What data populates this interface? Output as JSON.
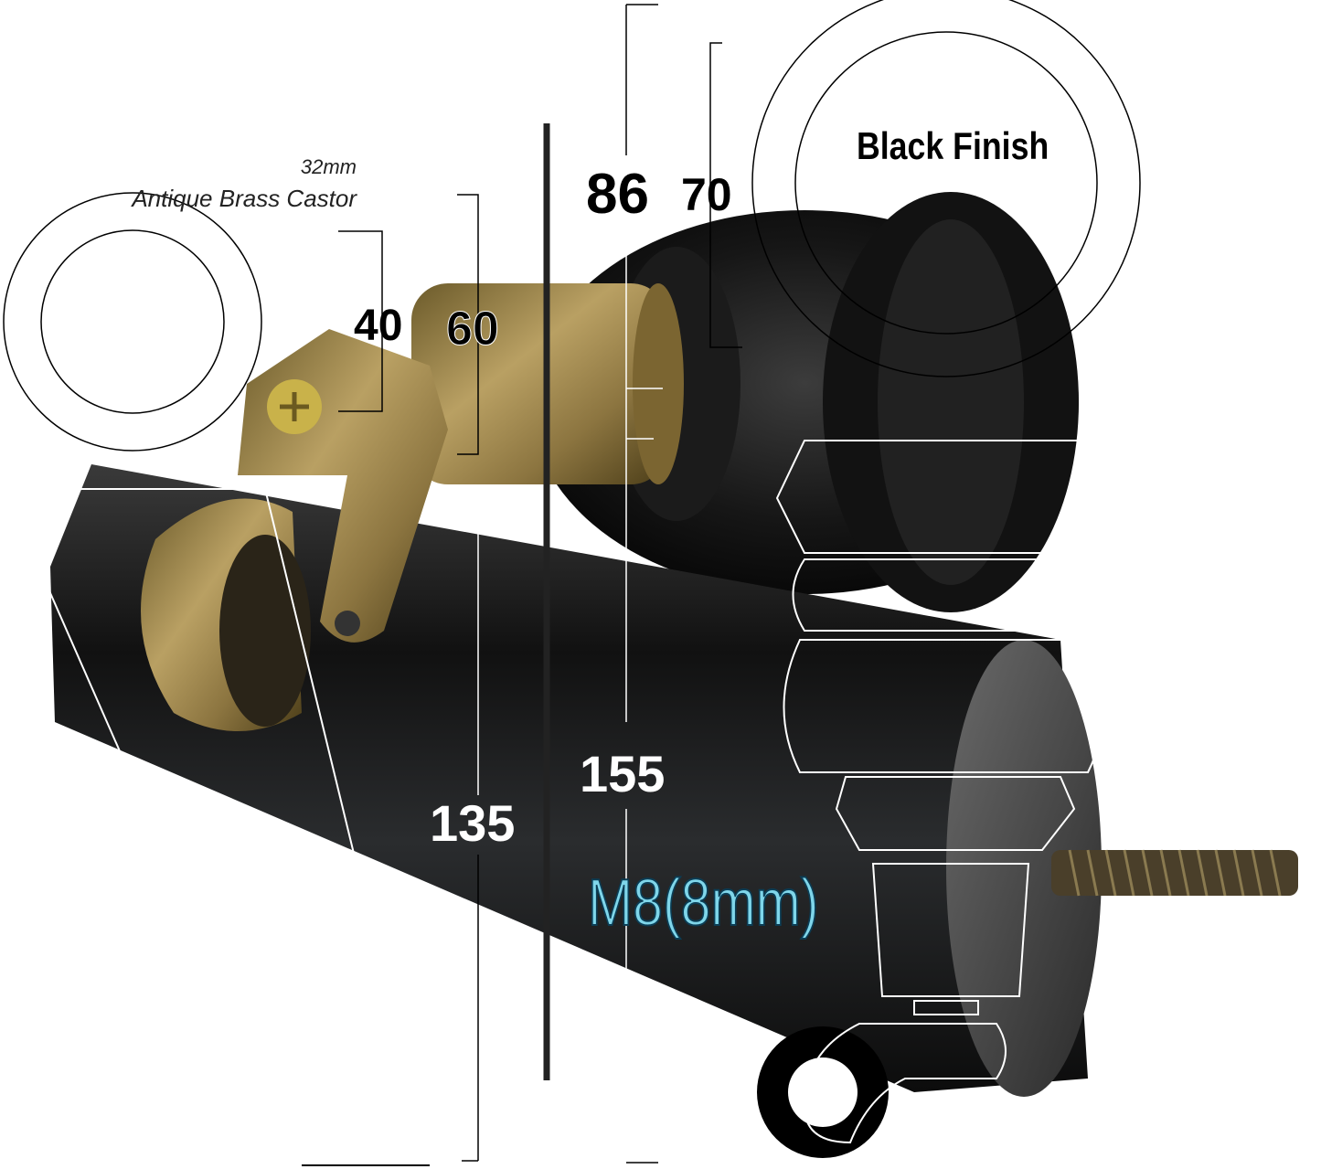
{
  "product": {
    "castor_size": "32mm",
    "castor_name": "Antique Brass Castor",
    "finish": "Black Finish",
    "thread": "M8(8mm)"
  },
  "dimensions": {
    "castor_collar_small": "40",
    "castor_collar_large": "60",
    "bun_top_large": "86",
    "bun_top_small": "70",
    "taper_height": "135",
    "bun_height": "155"
  },
  "colors": {
    "wood": "#161616",
    "brass": "#a48a4a",
    "thread_label": "#7fd6ea",
    "outline": "#ffffff",
    "dimension_line": "#000000"
  }
}
